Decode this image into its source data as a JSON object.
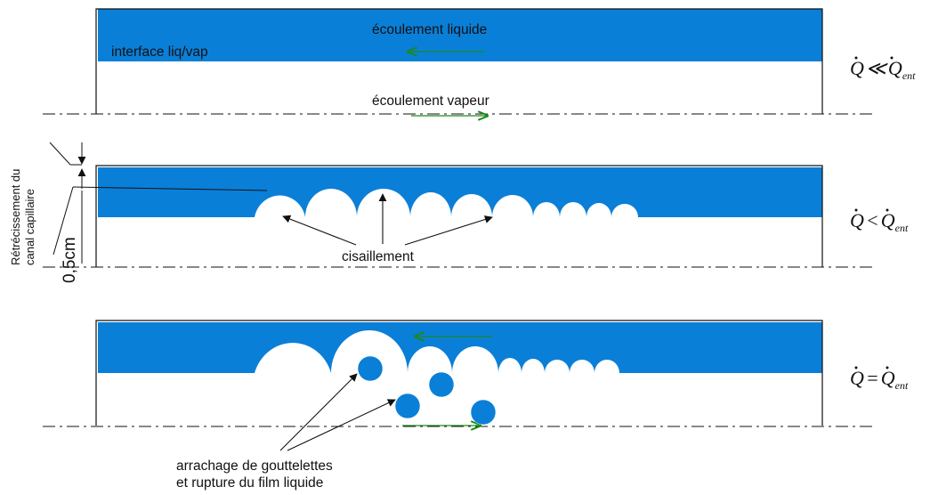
{
  "colors": {
    "liquid": "#0a7fd8",
    "green_arrow": "#1a8a1a",
    "line": "#111111"
  },
  "panel1": {
    "liquid_flow": "écoulement liquide",
    "interface": "interface liq/vap",
    "vapour_flow": "écoulement vapeur",
    "regime": {
      "q": "Q",
      "op": "≪",
      "sub": "ent"
    }
  },
  "panel2": {
    "narrowing_line1": "Rétrécissement du",
    "narrowing_line2": "canal capillaire",
    "dimension": "0,5cm",
    "shear": "cisaillement",
    "regime": {
      "q": "Q",
      "op": "<",
      "sub": "ent"
    }
  },
  "panel3": {
    "caption_line1": "arrachage de gouttelettes",
    "caption_line2": "et rupture du film liquide",
    "regime": {
      "q": "Q",
      "op": "=",
      "sub": "ent"
    }
  }
}
